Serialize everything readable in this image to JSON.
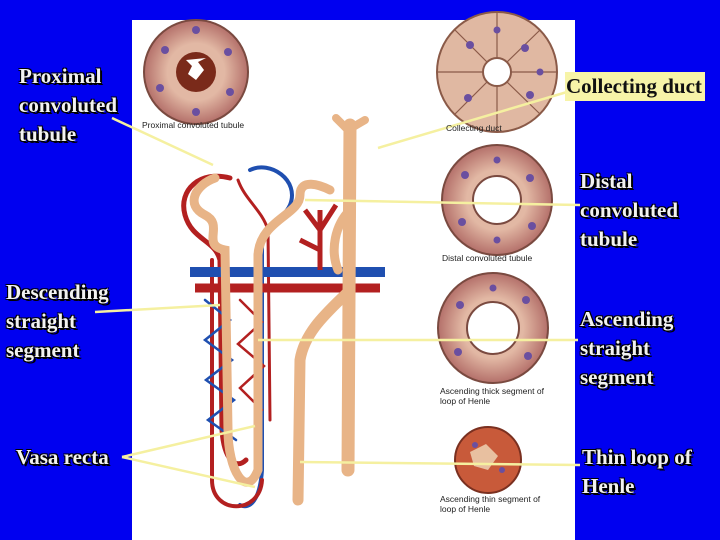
{
  "labels": {
    "proximal_convoluted_tubule": [
      "Proximal",
      "convoluted",
      "tubule"
    ],
    "collecting_duct": "Collecting duct",
    "distal_convoluted_tubule": [
      "Distal",
      "convoluted",
      "tubule"
    ],
    "descending_straight_segment": [
      "Descending",
      "straight",
      "segment"
    ],
    "ascending_straight_segment": [
      "Ascending",
      "straight",
      "segment"
    ],
    "vasa_recta": "Vasa recta",
    "thin_loop_of_henle": [
      "Thin loop of",
      "Henle"
    ]
  },
  "captions": {
    "proximal": "Proximal convoluted tubule",
    "collecting": "Collecting duct",
    "distal": "Distal convoluted tubule",
    "ascending_thick": [
      "Ascending thick segment of",
      "loop of Henle"
    ],
    "ascending_thin": [
      "Ascending thin segment of",
      "loop of Henle"
    ]
  },
  "colors": {
    "background": "#0000f0",
    "panel": "#ffffff",
    "leader_line": "#f5f0a0",
    "artery": "#b32020",
    "vein": "#1f4fb0",
    "tubule": "#e8b487"
  }
}
